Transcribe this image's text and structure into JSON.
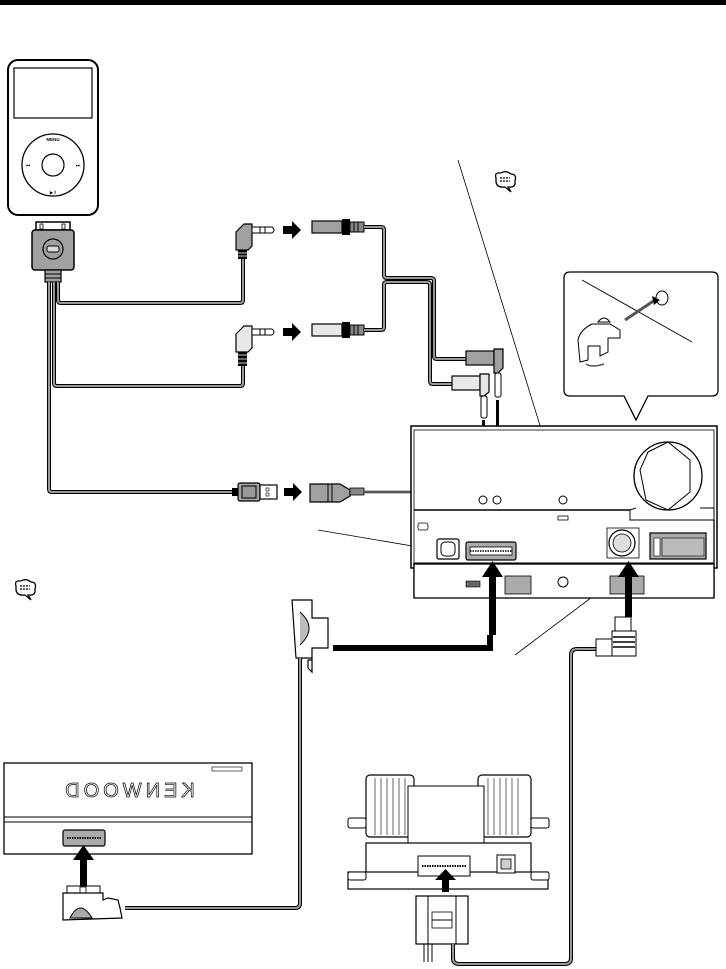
{
  "diagram": {
    "title_bar_color": "#000000",
    "colors": {
      "line": "#000000",
      "cable_fill": "#888888",
      "connector_gray": "#a0a0a0",
      "connector_light": "#e8e8e8",
      "background": "#ffffff"
    },
    "ipod": {
      "wheel_label_top": "MENU",
      "wheel_label_left": "⏮",
      "wheel_label_right": "⏭",
      "wheel_label_bottom": "▶ ‖"
    },
    "kenwood_box": {
      "brand_label": "KENWOOD"
    },
    "notes": [
      {
        "icon": "note-speech-bubble-icon",
        "text": ""
      },
      {
        "icon": "note-speech-bubble-icon",
        "text": ""
      }
    ],
    "components": [
      "iPod",
      "iPod dock connector cable",
      "3.5mm mini plug (upper)",
      "3.5mm mini plug (lower)",
      "USB plug",
      "extension jack (upper)",
      "extension jack (lower)",
      "USB extension cable",
      "head unit rear panel",
      "mounting clip detail",
      "KENWOOD interface box",
      "TV tuner / module box"
    ]
  }
}
